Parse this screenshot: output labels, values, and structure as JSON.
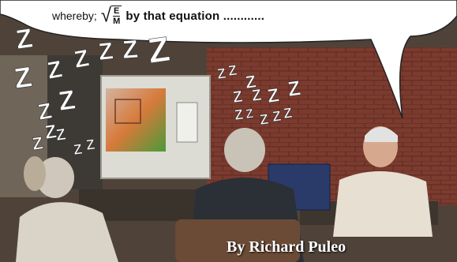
{
  "speech_bubble": {
    "lead": "whereby;",
    "numerator": "E",
    "denominator": "M",
    "tail": "by that equation ............"
  },
  "caption": "By Richard Puleo",
  "snore_marks": [
    "Z",
    "Z",
    "Z",
    "Z",
    "Z",
    "Z",
    "Z",
    "Z",
    "Z",
    "Z",
    "Z",
    "Z",
    "Z",
    "Z",
    "Z",
    "Z",
    "Z",
    "Z",
    "Z",
    "Z",
    "Z",
    "Z",
    "Z",
    "Z",
    "Z",
    "Z"
  ],
  "colors": {
    "brick": "#7a3a2e",
    "screen": "#d9d9d2",
    "bubble": "#ffffff",
    "snore": "#ffffff"
  }
}
